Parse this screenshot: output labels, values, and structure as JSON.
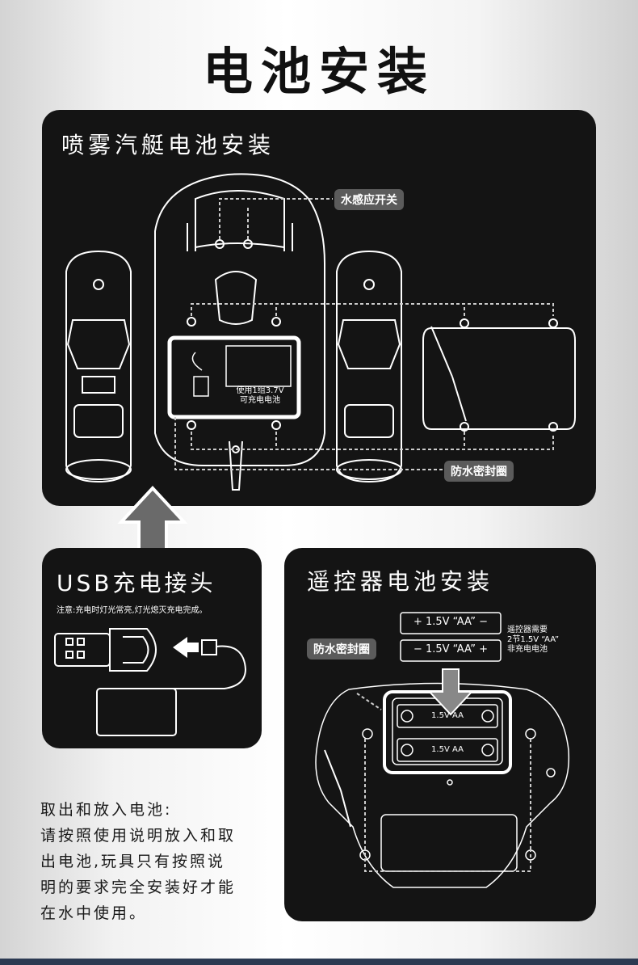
{
  "page": {
    "title": "电池安装"
  },
  "boat_panel": {
    "title": "喷雾汽艇电池安装",
    "water_switch_label": "水感应开关",
    "battery_label_line1": "使用1组3.7V",
    "battery_label_line2": "可充电电池",
    "seal_label": "防水密封圈"
  },
  "usb_panel": {
    "title": "USB充电接头",
    "note": "注意:充电时灯光常亮,灯光熄灭充电完成。"
  },
  "remote_panel": {
    "title": "遥控器电池安装",
    "battery_top": "+ 1.5V  “AA” −",
    "battery_bottom": "− 1.5V  “AA” +",
    "requirement_line1": "遥控器需要",
    "requirement_line2": "2节1.5V “AA”",
    "requirement_line3": "非充电电池",
    "seal_label": "防水密封圈",
    "cell_label_1": "1.5V AA",
    "cell_label_2": "1.5V AA"
  },
  "instructions": {
    "line1": "取出和放入电池:",
    "line2": "请按照使用说明放入和取",
    "line3": "出电池,玩具只有按照说",
    "line4": "明的要求完全安装好才能",
    "line5": "在水中使用。"
  },
  "icons": [
    "up-arrow-icon",
    "down-arrow-icon",
    "left-arrow-icon",
    "screwdriver-icon",
    "usb-plug-icon"
  ]
}
